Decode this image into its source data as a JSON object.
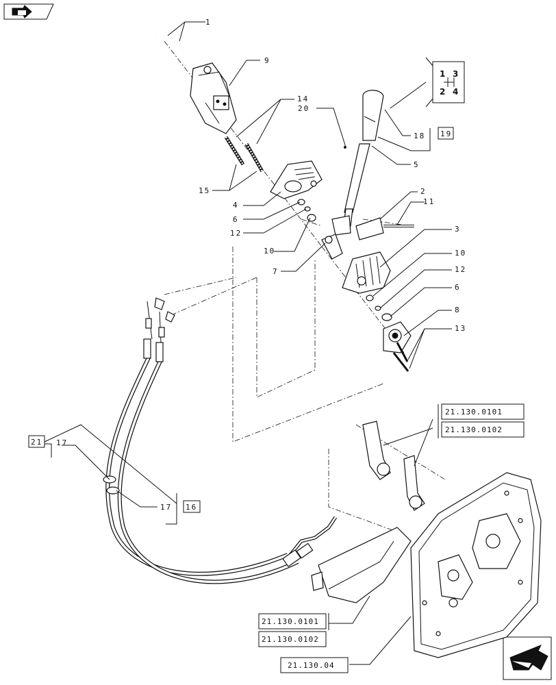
{
  "callouts": {
    "n1": "1",
    "n2": "2",
    "n3": "3",
    "n4": "4",
    "n5": "5",
    "n6a": "6",
    "n6b": "6",
    "n7": "7",
    "n8": "8",
    "n9": "9",
    "n10a": "10",
    "n10b": "10",
    "n11": "11",
    "n12a": "12",
    "n12b": "12",
    "n13": "13",
    "n14": "14",
    "n15": "15",
    "n16": "16",
    "n17a": "17",
    "n17b": "17",
    "n18": "18",
    "n19": "19",
    "n20": "20",
    "n21": "21"
  },
  "references": {
    "r1": "21.130.0101",
    "r2": "21.130.0102",
    "r3": "21.130.0101",
    "r4": "21.130.0102",
    "r5": "21.130.04"
  },
  "gear_pattern": {
    "top_left": "1",
    "top_right": "3",
    "bottom_left": "2",
    "bottom_right": "4"
  },
  "icons": {
    "top_left": "book-arrow-icon",
    "bottom_right": "nav-arrow-icon"
  }
}
